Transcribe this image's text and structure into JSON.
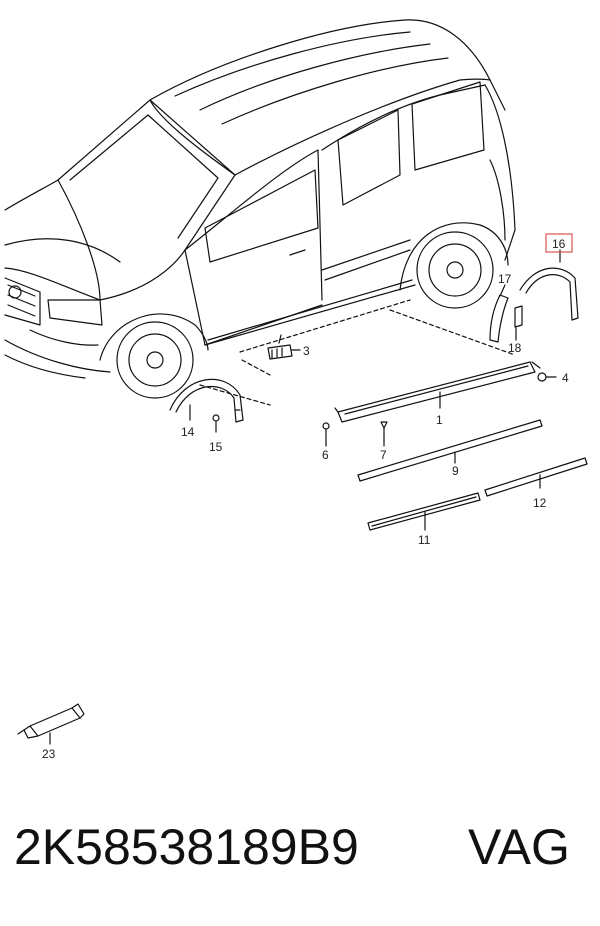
{
  "callouts": {
    "c1": "1",
    "c3": "3",
    "c4": "4",
    "c6": "6",
    "c7": "7",
    "c9": "9",
    "c11": "11",
    "c12": "12",
    "c14": "14",
    "c15": "15",
    "c16": "16",
    "c17": "17",
    "c18": "18",
    "c23": "23"
  },
  "highlight_color": "#d9534f",
  "part_number": "2K58538189B9",
  "brand": "VAG"
}
